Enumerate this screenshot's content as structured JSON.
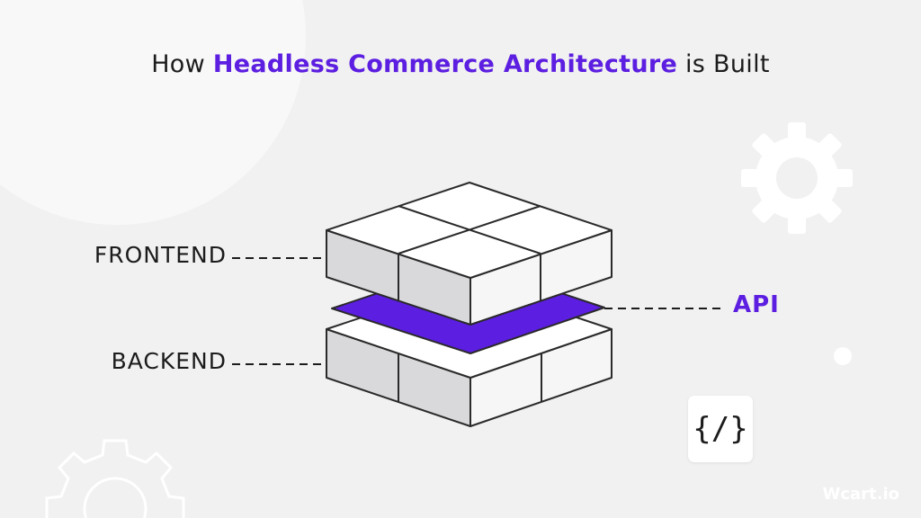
{
  "title": {
    "prefix": "How ",
    "highlight": "Headless Commerce Architecture",
    "suffix": " is Built"
  },
  "layers": {
    "frontend": "FRONTEND",
    "backend": "BACKEND",
    "api": "API"
  },
  "code_symbol": "{/}",
  "brand": "Wcart.io",
  "colors": {
    "background": "#f1f1f1",
    "accent": "#5c1ee0",
    "text": "#1c1c1c",
    "block_top": "#ffffff",
    "block_side": "#d9d9dc",
    "block_front": "#f6f6f6",
    "outline": "#2a2a2a"
  },
  "icons": [
    "gear-icon",
    "gear-icon",
    "code-brackets-icon"
  ]
}
